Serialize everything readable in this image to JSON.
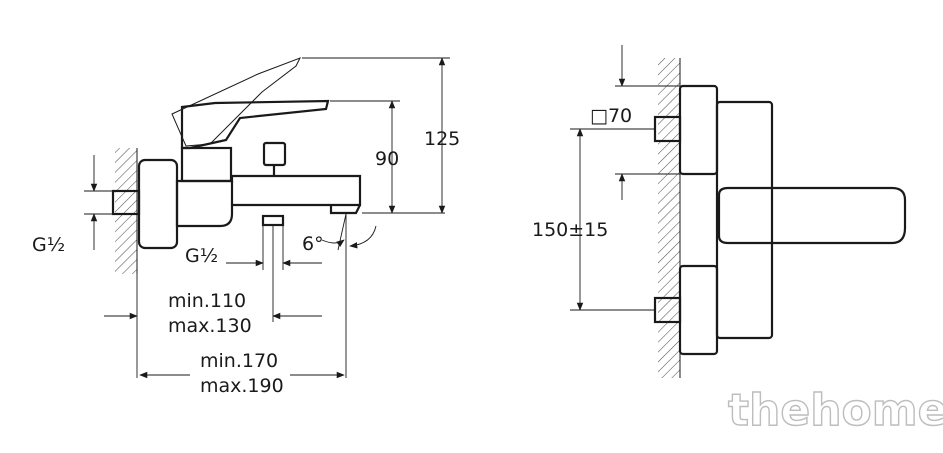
{
  "side_view": {
    "thread_left": "G½",
    "thread_bottom": "G½",
    "angle": "6°",
    "height_90": "90",
    "height_125": "125",
    "depth_short": [
      "min.110",
      "max.130"
    ],
    "depth_long": [
      "min.170",
      "max.190"
    ]
  },
  "front_view": {
    "square_size": "□70",
    "center_distance": "150±15"
  },
  "watermark": "thehome"
}
